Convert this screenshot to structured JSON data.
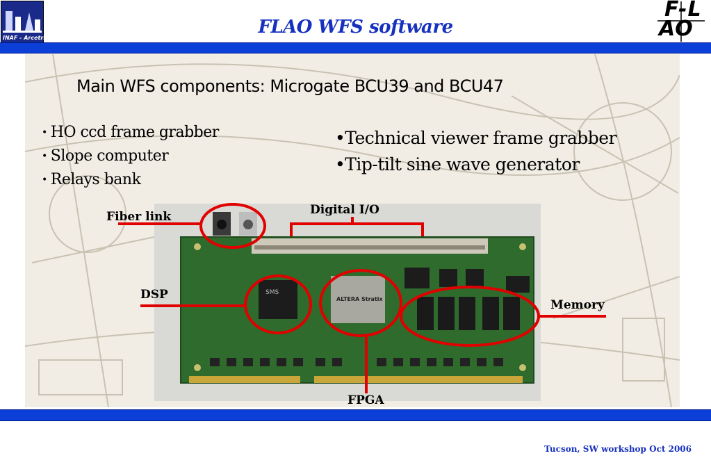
{
  "header": {
    "title": "FLAO WFS software",
    "logo_left_text": "INAF - Arcetri",
    "logo_right_top": "F-L",
    "logo_right_bottom": "AO"
  },
  "subtitle": "Main WFS components: Microgate BCU39 and BCU47",
  "left_list": {
    "bullet": "•",
    "items": [
      "HO ccd frame grabber",
      "Slope computer",
      "Relays bank"
    ]
  },
  "right_list": {
    "items": [
      "•Technical viewer frame grabber",
      "•Tip-tilt sine wave generator"
    ]
  },
  "callouts": {
    "fiber_link": "Fiber link",
    "digital_io": "Digital I/O",
    "dsp": "DSP",
    "memory": "Memory",
    "fpga": "FPGA"
  },
  "chip_marks": {
    "dsp_chip": "SMS",
    "fpga_chip": "ALTERA Stratix"
  },
  "footer": "Tucson, SW workshop Oct 2006",
  "colors": {
    "bar": "#0b3fd8",
    "title": "#1630c0",
    "callout_red": "#e00000",
    "board_green": "#2f6b2c"
  }
}
